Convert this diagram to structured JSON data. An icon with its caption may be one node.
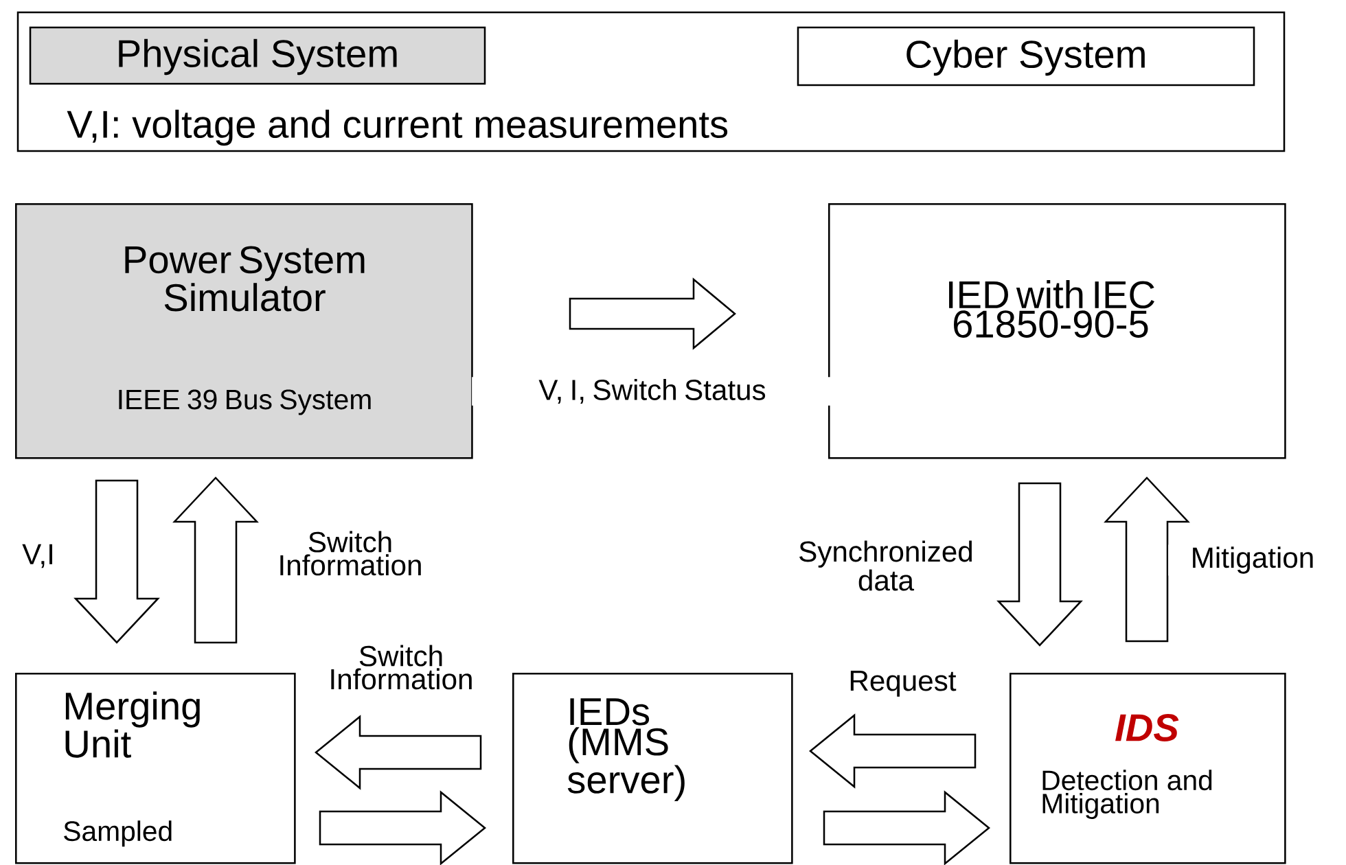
{
  "diagram": {
    "nodes": [
      {
        "text": [
          "Power System Simulator",
          "IEEE 39 Bus System"
        ]
      },
      {
        "text": [
          "IED with IEC 61850-90-5"
        ]
      },
      {
        "text": [
          "Merging Unit",
          "Sampled"
        ]
      },
      {
        "text": [
          "IEDs (MMS server)"
        ]
      },
      {
        "text": [
          "IDS",
          "Detection and Mitigation"
        ]
      }
    ],
    "edges": [
      {
        "from": 0,
        "to": 1,
        "arrow": "to",
        "label": "V, I, Switch Status"
      },
      {
        "from": 0,
        "to": 2,
        "arrow": "to",
        "label": "V,I"
      },
      {
        "from": 2,
        "to": 0,
        "arrow": "to",
        "label": "Switch Information"
      },
      {
        "from": 1,
        "to": 4,
        "arrow": "to",
        "label": "Synchronized data"
      },
      {
        "from": 4,
        "to": 1,
        "arrow": "to",
        "label": "Mitigation"
      },
      {
        "from": 3,
        "to": 2,
        "arrow": "to",
        "label": "Switch Information"
      },
      {
        "from": 2,
        "to": 3,
        "arrow": "to"
      },
      {
        "from": 4,
        "to": 3,
        "arrow": "to",
        "label": "Request"
      },
      {
        "from": 3,
        "to": 4,
        "arrow": "to"
      }
    ],
    "labels": [
      "V,I: voltage and current measurements"
    ],
    "legend": [
      {
        "text": "Physical System",
        "color": "#d9d9d9"
      },
      {
        "text": "Cyber System"
      }
    ]
  }
}
